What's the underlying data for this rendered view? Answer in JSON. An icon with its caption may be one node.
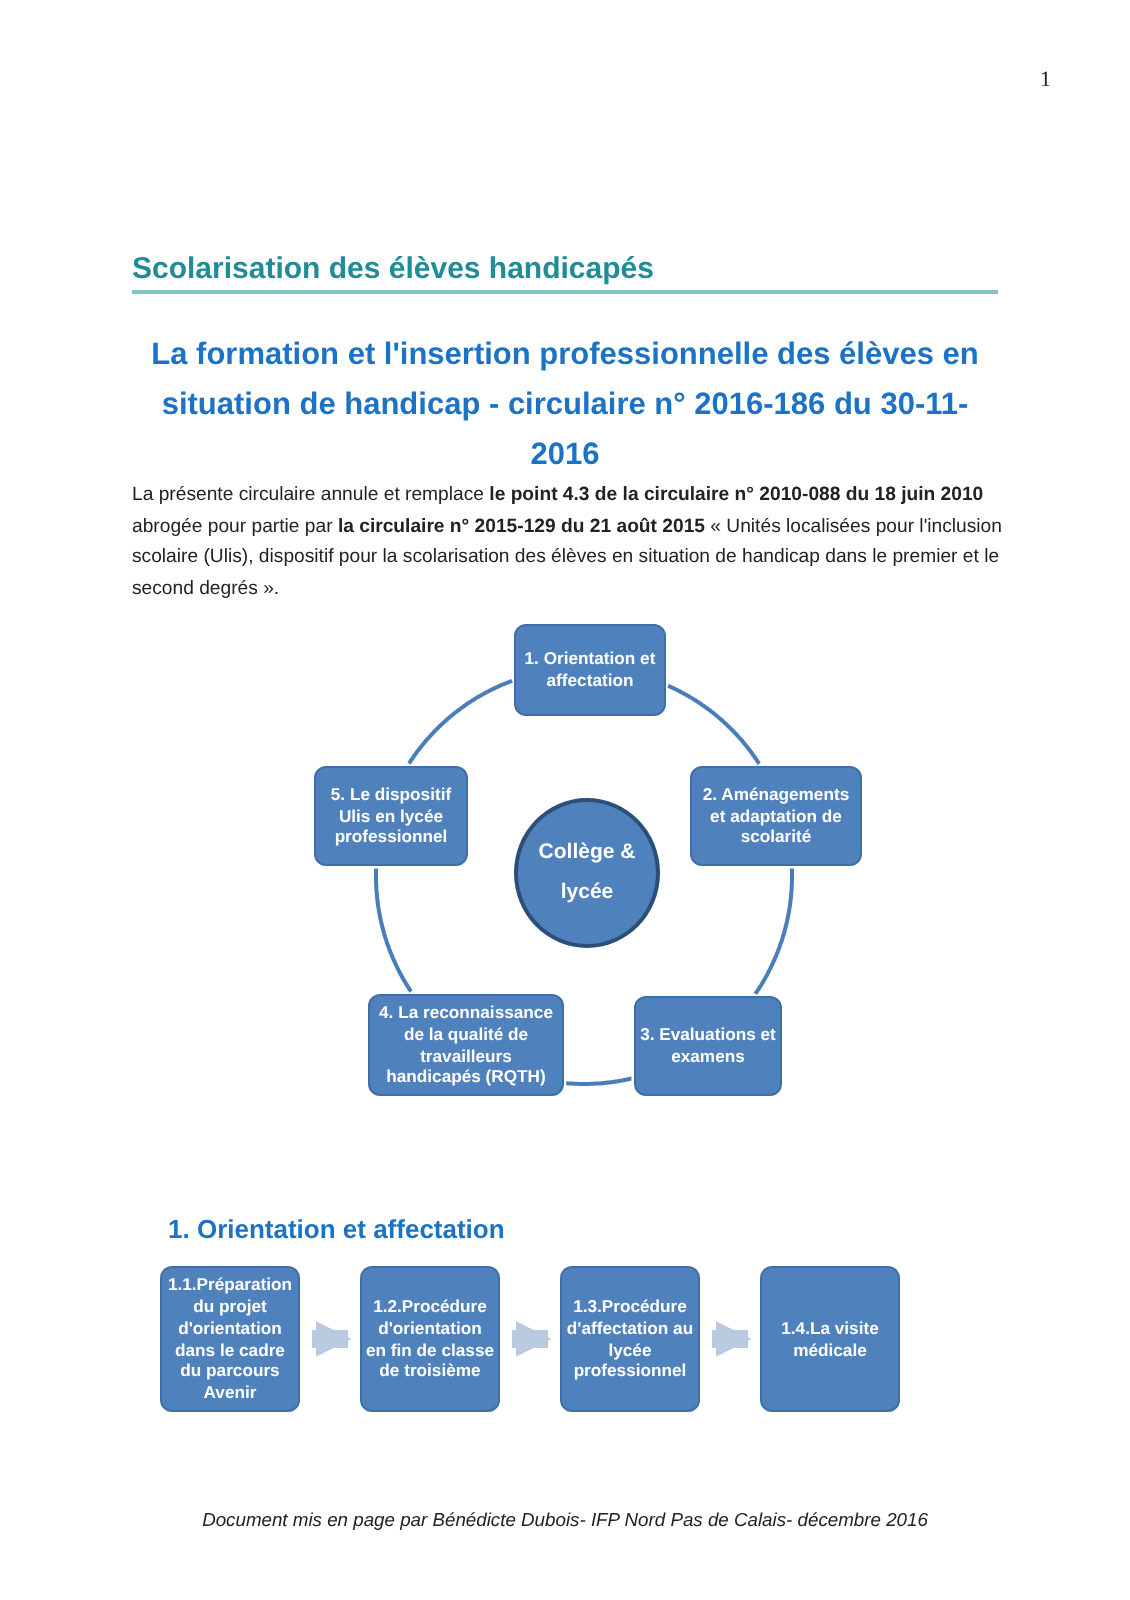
{
  "diagram": {
    "title": "La formation et l'insertion professionnelle des élèves en situation de handicap - circulaire n° 2016-186 du 30-11-2016",
    "caption": "Document mis en page par Bénédicte Dubois- IFP Nord Pas de Calais- décembre 2016",
    "nodes": [
      {
        "text": [
          "1. Orientation et affectation"
        ]
      },
      {
        "text": [
          "2. Aménagements et adaptation de scolarité"
        ]
      },
      {
        "text": [
          "3. Evaluations et examens"
        ]
      },
      {
        "text": [
          "4. La reconnaissance de la qualité de travailleurs handicapés (RQTH)"
        ]
      },
      {
        "text": [
          "5. Le dispositif Ulis en lycée professionnel"
        ]
      },
      {
        "text": [
          "Collège & lycée"
        ]
      },
      {
        "text": [
          "1.1.Préparation du projet d'orientation dans le cadre du parcours Avenir"
        ]
      },
      {
        "text": [
          "1.2.Procédure d'orientation en fin de classe de troisième"
        ]
      },
      {
        "text": [
          "1.3.Procédure d'affectation au lycée professionnel"
        ]
      },
      {
        "text": [
          "1.4.La visite médicale"
        ]
      }
    ],
    "edges": [
      {
        "from": 0,
        "to": 1,
        "arrow": "none"
      },
      {
        "from": 1,
        "to": 2,
        "arrow": "none"
      },
      {
        "from": 2,
        "to": 3,
        "arrow": "none"
      },
      {
        "from": 3,
        "to": 4,
        "arrow": "none"
      },
      {
        "from": 4,
        "to": 0,
        "arrow": "none"
      },
      {
        "from": 6,
        "to": 7,
        "arrow": "to",
        "style": "thick",
        "color": "#b9c9e0"
      },
      {
        "from": 7,
        "to": 8,
        "arrow": "to",
        "style": "thick",
        "color": "#b9c9e0"
      },
      {
        "from": 8,
        "to": 9,
        "arrow": "to",
        "style": "thick",
        "color": "#b9c9e0"
      }
    ],
    "labels": [
      "1",
      "Scolarisation des élèves handicapés",
      "La présente circulaire annule et remplace **le point 4.3 de la circulaire n° 2010-088 du 18 juin 2010** abrogée pour partie par **la circulaire n° 2015-129 du 21 août 2015** « Unités localisées pour l'inclusion scolaire (Ulis), dispositif pour la scolarisation des élèves en situation de handicap dans le premier et le second degrés ».",
      "1. Orientation et affectation"
    ]
  }
}
